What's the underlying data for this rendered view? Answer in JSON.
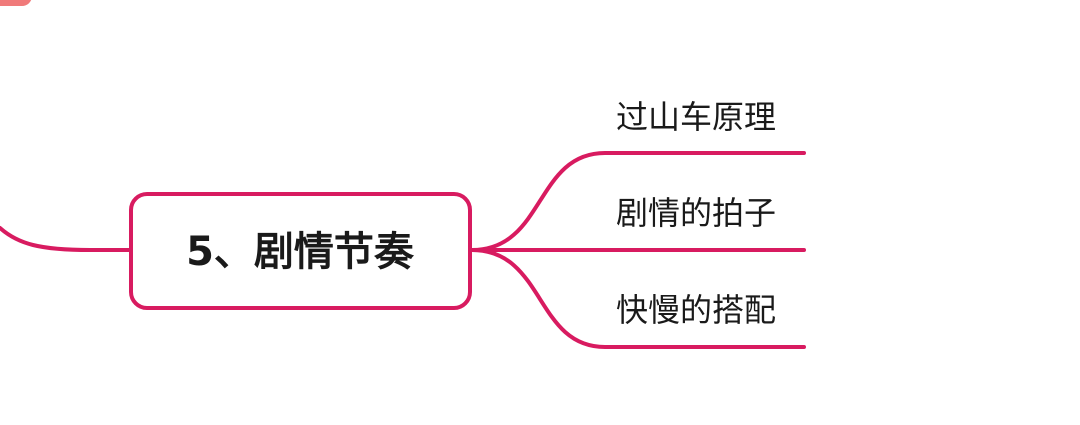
{
  "mindmap": {
    "center": {
      "label": "5、剧情节奏"
    },
    "branches": [
      {
        "label": "过山车原理"
      },
      {
        "label": "剧情的拍子"
      },
      {
        "label": "快慢的搭配"
      }
    ]
  },
  "colors": {
    "accent": "#d81b60",
    "text": "#1a1a1a",
    "background": "#ffffff",
    "corner_tab": "#f07a7a"
  }
}
